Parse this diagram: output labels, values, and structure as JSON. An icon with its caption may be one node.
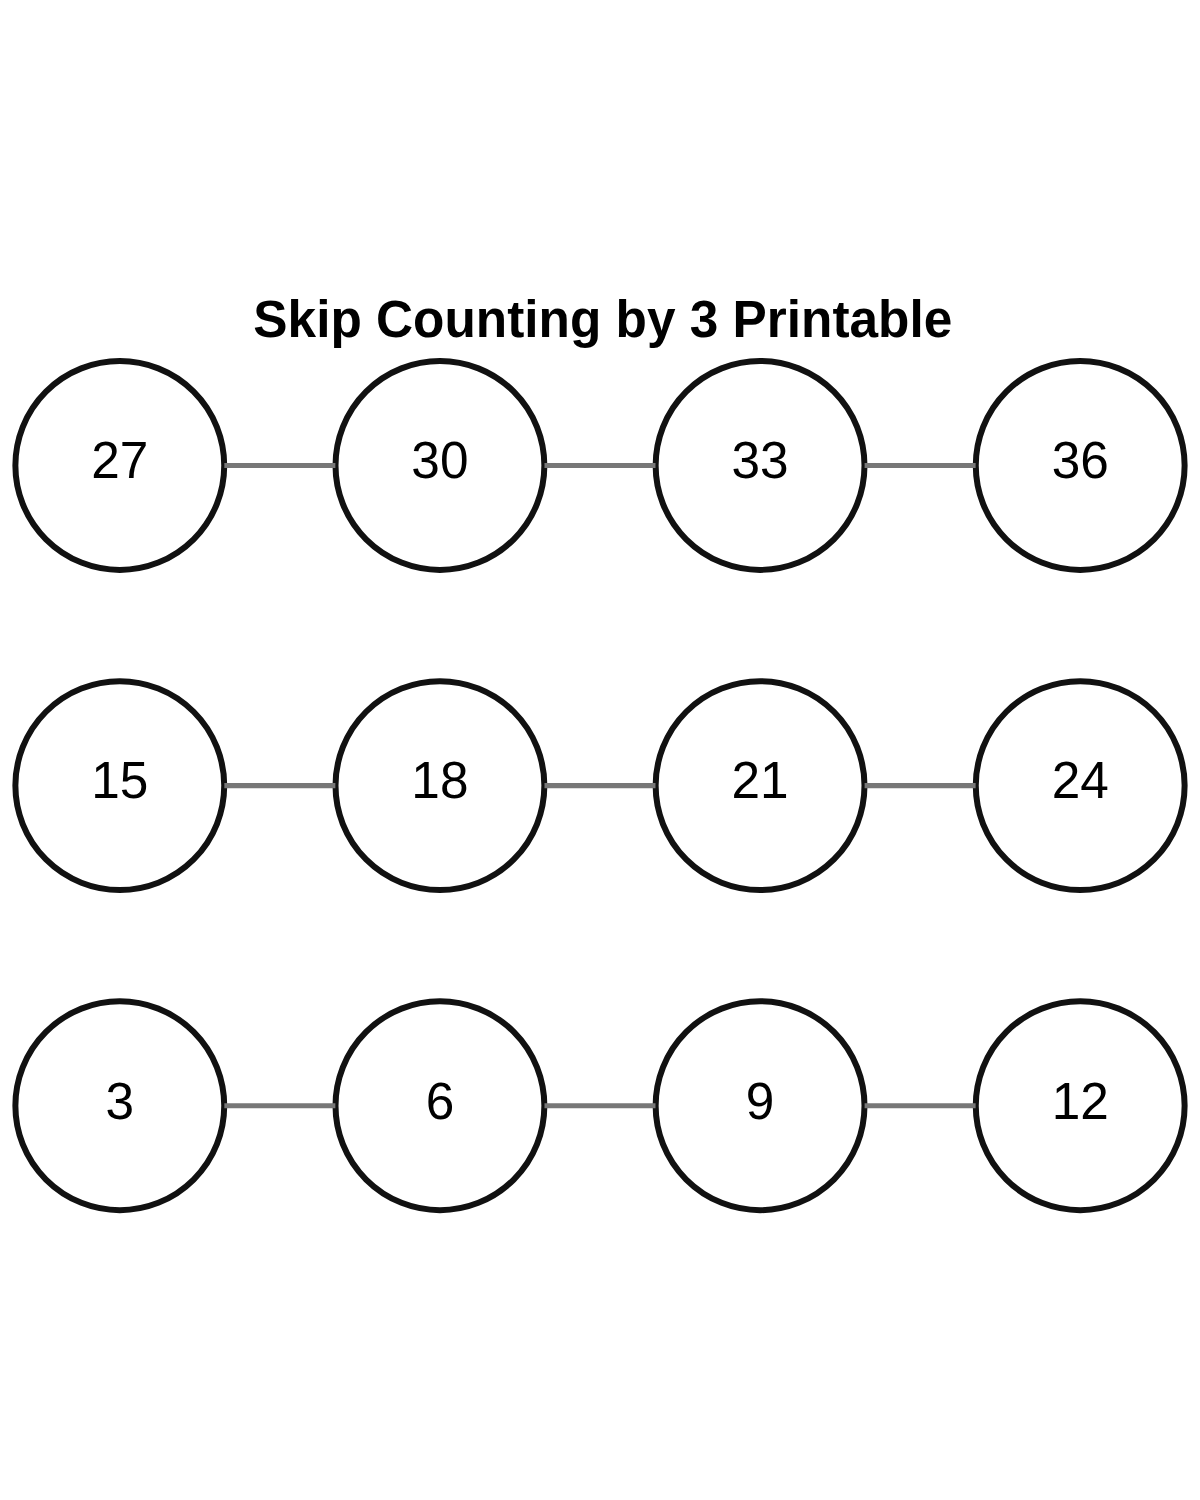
{
  "diagram": {
    "title": "Skip Counting by 3 Printable",
    "nodes": [
      {
        "text": [
          "3"
        ]
      },
      {
        "text": [
          "6"
        ]
      },
      {
        "text": [
          "9"
        ]
      },
      {
        "text": [
          "12"
        ]
      },
      {
        "text": [
          "15"
        ]
      },
      {
        "text": [
          "18"
        ]
      },
      {
        "text": [
          "21"
        ]
      },
      {
        "text": [
          "24"
        ]
      },
      {
        "text": [
          "27"
        ]
      },
      {
        "text": [
          "30"
        ]
      },
      {
        "text": [
          "33"
        ]
      },
      {
        "text": [
          "36"
        ]
      }
    ],
    "edges": [
      {
        "from": 0,
        "to": 1,
        "arrow": "none"
      },
      {
        "from": 1,
        "to": 2,
        "arrow": "none"
      },
      {
        "from": 2,
        "to": 3,
        "arrow": "none"
      },
      {
        "from": 4,
        "to": 5,
        "arrow": "none"
      },
      {
        "from": 5,
        "to": 6,
        "arrow": "none"
      },
      {
        "from": 6,
        "to": 7,
        "arrow": "none"
      },
      {
        "from": 8,
        "to": 9,
        "arrow": "none"
      },
      {
        "from": 9,
        "to": 10,
        "arrow": "none"
      },
      {
        "from": 10,
        "to": 11,
        "arrow": "none"
      }
    ]
  }
}
